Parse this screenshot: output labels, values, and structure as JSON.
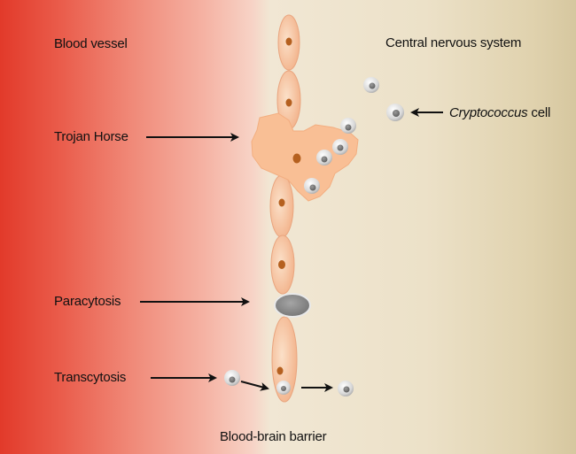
{
  "labels": {
    "blood_vessel": "Blood vessel",
    "cns": "Central nervous system",
    "trojan_horse": "Trojan Horse",
    "paracytosis": "Paracytosis",
    "transcytosis": "Transcytosis",
    "bbb": "Blood-brain barrier",
    "crypto_species": "Cryptococcus",
    "crypto_suffix": " cell"
  },
  "colors": {
    "endothelial_fill": "#f7c9a8",
    "endothelial_stroke": "#e9a57f",
    "nucleus": "#b5601f",
    "macrophage": "#f9bf95",
    "yeast_ring": "#c9c9c9",
    "yeast_core": "#7b7b7b",
    "paracytosis_cell": "#8f8f8f"
  }
}
